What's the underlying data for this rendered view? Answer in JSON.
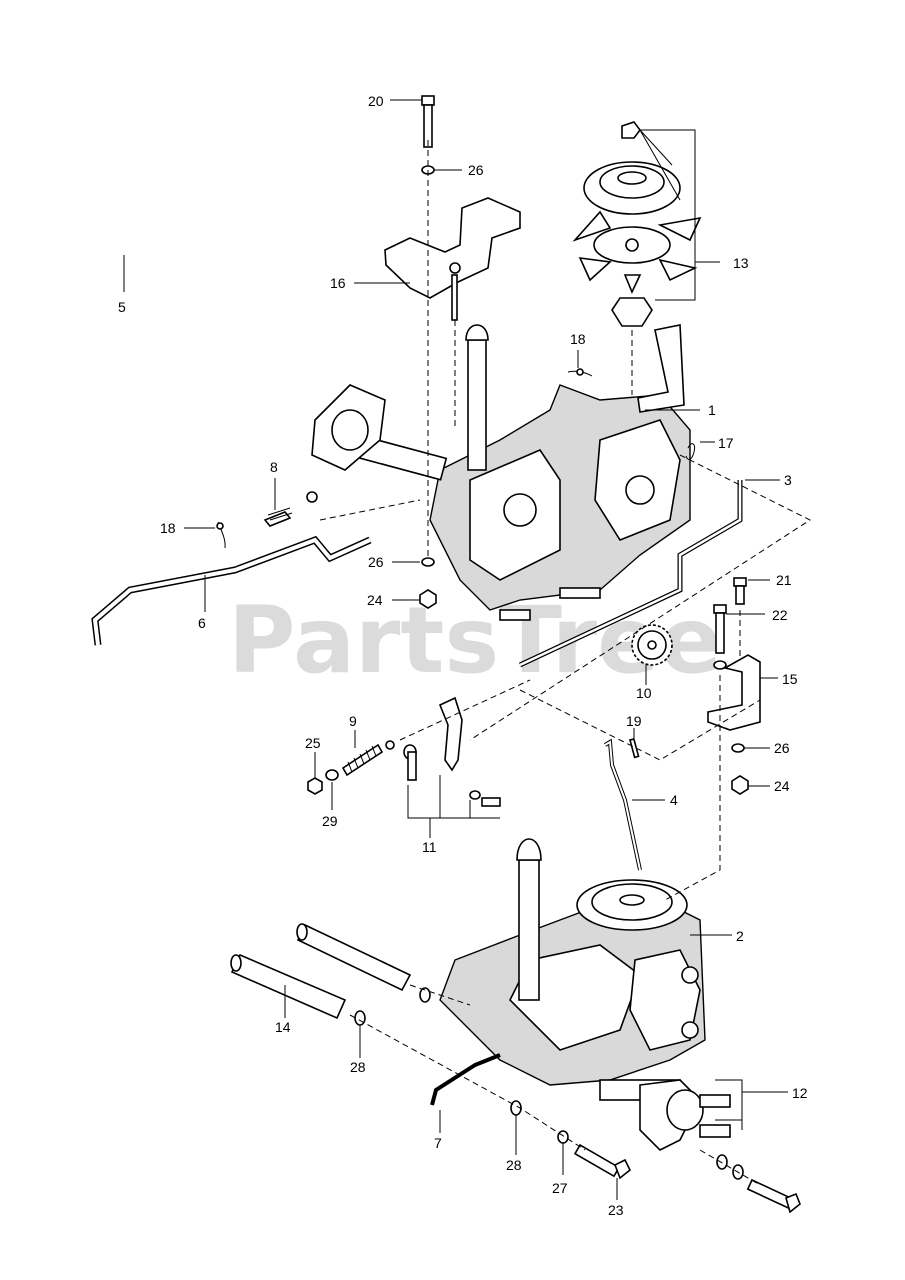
{
  "watermark": "PartsTree",
  "callouts": [
    {
      "id": "c1",
      "label": "1"
    },
    {
      "id": "c2",
      "label": "2"
    },
    {
      "id": "c3",
      "label": "3"
    },
    {
      "id": "c4",
      "label": "4"
    },
    {
      "id": "c5",
      "label": "5"
    },
    {
      "id": "c6",
      "label": "6"
    },
    {
      "id": "c7",
      "label": "7"
    },
    {
      "id": "c8",
      "label": "8"
    },
    {
      "id": "c9",
      "label": "9"
    },
    {
      "id": "c10",
      "label": "10"
    },
    {
      "id": "c11",
      "label": "11"
    },
    {
      "id": "c12",
      "label": "12"
    },
    {
      "id": "c13",
      "label": "13"
    },
    {
      "id": "c14",
      "label": "14"
    },
    {
      "id": "c15",
      "label": "15"
    },
    {
      "id": "c16",
      "label": "16"
    },
    {
      "id": "c17",
      "label": "17"
    },
    {
      "id": "c18a",
      "label": "18"
    },
    {
      "id": "c18b",
      "label": "18"
    },
    {
      "id": "c19",
      "label": "19"
    },
    {
      "id": "c20",
      "label": "20"
    },
    {
      "id": "c21",
      "label": "21"
    },
    {
      "id": "c22",
      "label": "22"
    },
    {
      "id": "c23",
      "label": "23"
    },
    {
      "id": "c24a",
      "label": "24"
    },
    {
      "id": "c24b",
      "label": "24"
    },
    {
      "id": "c25",
      "label": "25"
    },
    {
      "id": "c26a",
      "label": "26"
    },
    {
      "id": "c26b",
      "label": "26"
    },
    {
      "id": "c26c",
      "label": "26"
    },
    {
      "id": "c27",
      "label": "27"
    },
    {
      "id": "c28a",
      "label": "28"
    },
    {
      "id": "c28b",
      "label": "28"
    },
    {
      "id": "c29",
      "label": "29"
    }
  ]
}
